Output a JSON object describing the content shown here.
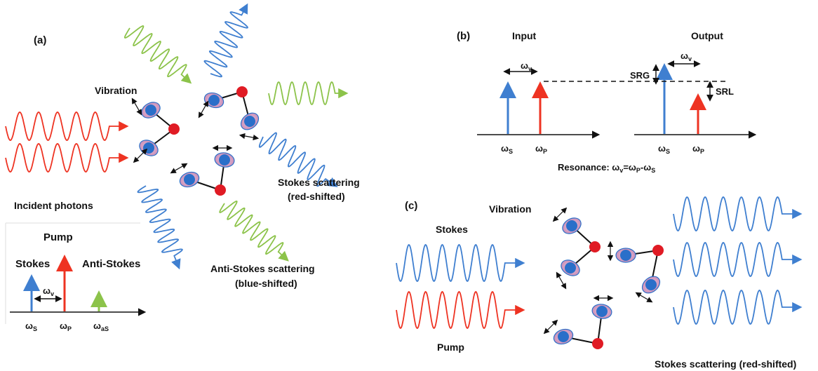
{
  "colors": {
    "red": "#ee3322",
    "blue": "#3f7fd0",
    "green": "#8cc34a",
    "atom_blue": "#2a6fc9",
    "atom_halo": "#d9a6c8",
    "atom_red": "#e01b24"
  },
  "panel_a": {
    "label": "(a)",
    "incident": "Incident photons",
    "vibration": "Vibration",
    "stokes_scattering": "Stokes scattering",
    "stokes_shift": "(red-shifted)",
    "antistokes_scattering": "Anti-Stokes scattering",
    "antistokes_shift": "(blue-shifted)",
    "spectrum": {
      "pump": "Pump",
      "stokes": "Stokes",
      "antistokes": "Anti-Stokes",
      "omega_v": "ω",
      "omega_v_sub": "v",
      "axis_s": "ω",
      "axis_s_sub": "S",
      "axis_p": "ω",
      "axis_p_sub": "P",
      "axis_as": "ω",
      "axis_as_sub": "aS"
    }
  },
  "panel_b": {
    "label": "(b)",
    "input": "Input",
    "output": "Output",
    "omega_v": "ω",
    "omega_v_sub": "v",
    "srg": "SRG",
    "srl": "SRL",
    "in_s": "ω",
    "in_s_sub": "S",
    "in_p": "ω",
    "in_p_sub": "P",
    "out_s": "ω",
    "out_s_sub": "S",
    "out_p": "ω",
    "out_p_sub": "P",
    "resonance": "Resonance: ω",
    "resonance_sub1": "v",
    "resonance_eq": "=ω",
    "resonance_sub2": "P",
    "resonance_minus": "-ω",
    "resonance_sub3": "S"
  },
  "panel_c": {
    "label": "(c)",
    "vibration": "Vibration",
    "stokes": "Stokes",
    "pump": "Pump",
    "stokes_scattering": "Stokes scattering (red-shifted)"
  }
}
